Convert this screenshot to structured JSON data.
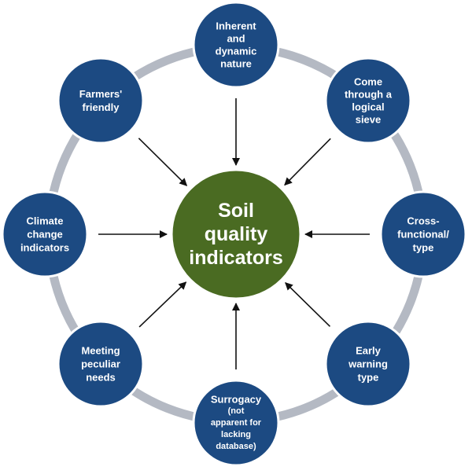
{
  "center": {
    "lines": [
      "Soil",
      "quality",
      "indicators"
    ],
    "color": "#4a6b22"
  },
  "colors": {
    "node": "#1c4a82",
    "node_border": "#ffffff",
    "ring": "#b4b9c3",
    "arrow": "#111111",
    "text": "#ffffff"
  },
  "nodes": [
    {
      "id": "inherent",
      "lines": [
        "Inherent",
        "and",
        "dynamic",
        "nature"
      ]
    },
    {
      "id": "logical-sieve",
      "lines": [
        "Come",
        "through a",
        "logical",
        "sieve"
      ]
    },
    {
      "id": "cross-functional",
      "lines": [
        "Cross-",
        "functional/",
        "type"
      ]
    },
    {
      "id": "early-warning",
      "lines": [
        "Early",
        "warning",
        "type"
      ]
    },
    {
      "id": "surrogacy",
      "lines": [
        "Surrogacy",
        "(not",
        "apparent for",
        "lacking",
        "database)"
      ]
    },
    {
      "id": "peculiar-needs",
      "lines": [
        "Meeting",
        "peculiar",
        "needs"
      ]
    },
    {
      "id": "climate-change",
      "lines": [
        "Climate",
        "change",
        "indicators"
      ]
    },
    {
      "id": "farmers-friendly",
      "lines": [
        "Farmers'",
        "friendly"
      ]
    }
  ]
}
